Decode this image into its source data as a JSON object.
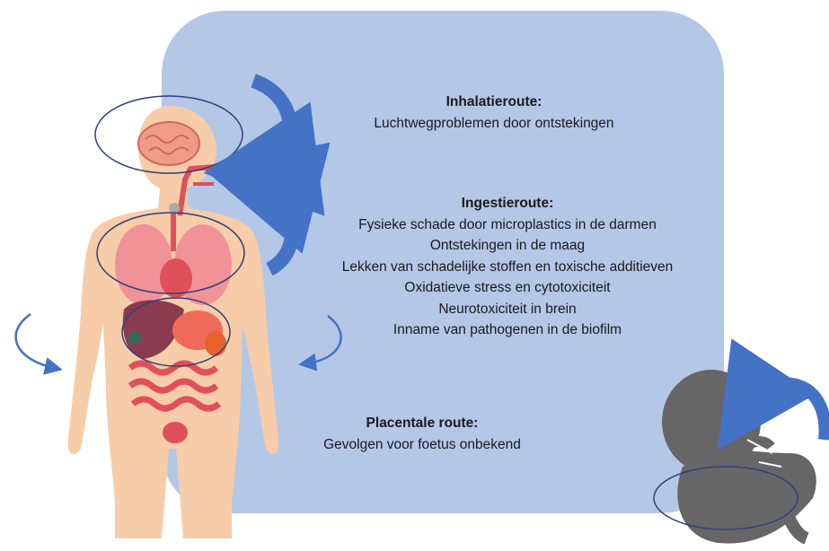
{
  "routes": {
    "inhalation": {
      "title": "Inhalatieroute:",
      "effects": [
        "Luchtwegproblemen door ontstekingen"
      ]
    },
    "ingestion": {
      "title": "Ingestieroute:",
      "effects": [
        "Fysieke schade door microplastics in de darmen",
        "Ontstekingen in de maag",
        "Lekken van schadelijke stoffen en toxische additieven",
        "Oxidatieve stress en cytotoxiciteit",
        "Neurotoxiciteit in brein",
        "Inname van pathogenen in de biofilm"
      ]
    },
    "placental": {
      "title": "Placentale route:",
      "effects": [
        "Gevolgen voor foetus onbekend"
      ]
    }
  },
  "colors": {
    "panel": "#b4c7e7",
    "arrow": "#4472c4",
    "outline": "#2f3f7a",
    "skin": "#f6cda8",
    "organ_red": "#e0505a",
    "fetus": "#666666"
  }
}
